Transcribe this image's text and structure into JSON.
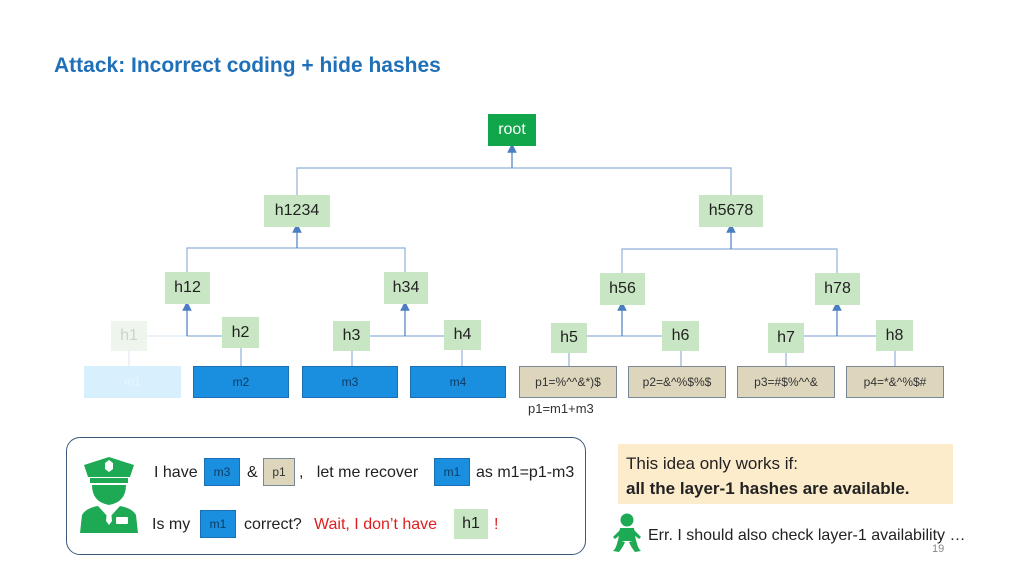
{
  "title": "Attack: Incorrect coding + hide hashes",
  "tree": {
    "root": "root",
    "h1234": "h1234",
    "h5678": "h5678",
    "h12": "h12",
    "h34": "h34",
    "h56": "h56",
    "h78": "h78",
    "h1": "h1",
    "h2": "h2",
    "h3": "h3",
    "h4": "h4",
    "h5": "h5",
    "h6": "h6",
    "h7": "h7",
    "h8": "h8"
  },
  "blocks": {
    "m1": "m1",
    "m2": "m2",
    "m3": "m3",
    "m4": "m4",
    "p1": "p1=%^^&*)$",
    "p2": "p2=&^%$%$",
    "p3": "p3=#$%^^&",
    "p4": "p4=*&^%$#"
  },
  "p1_note": "p1=m1+m3",
  "dialog": {
    "i_have": "I have",
    "chip_m3": "m3",
    "amp": "&",
    "chip_p1": "p1",
    "comma_recover": ",   let me recover",
    "chip_m1": "m1",
    "as_formula": "as m1=p1-m3",
    "is_my": "Is my",
    "chip_m1b": "m1",
    "correct": "correct?",
    "wait": "Wait, I don’t have",
    "chip_h1": "h1",
    "bang": "!"
  },
  "callout": {
    "line1": "This idea only works if:",
    "line2": "all the layer-1 hashes are available."
  },
  "baby_text": "Err. I should also check layer-1 availability …",
  "slide_number": "19",
  "colors": {
    "title": "#1f70b8",
    "node_green": "#c8e6c3",
    "root_green": "#12a64a",
    "block_blue": "#1a8fe0",
    "block_tan": "#ddd6bd",
    "alert_red": "#e01e1e",
    "callout_bg": "#fdeccc",
    "icon_green": "#1eaa54"
  },
  "icons": {
    "officer": "police-officer-icon",
    "baby": "baby-icon"
  }
}
